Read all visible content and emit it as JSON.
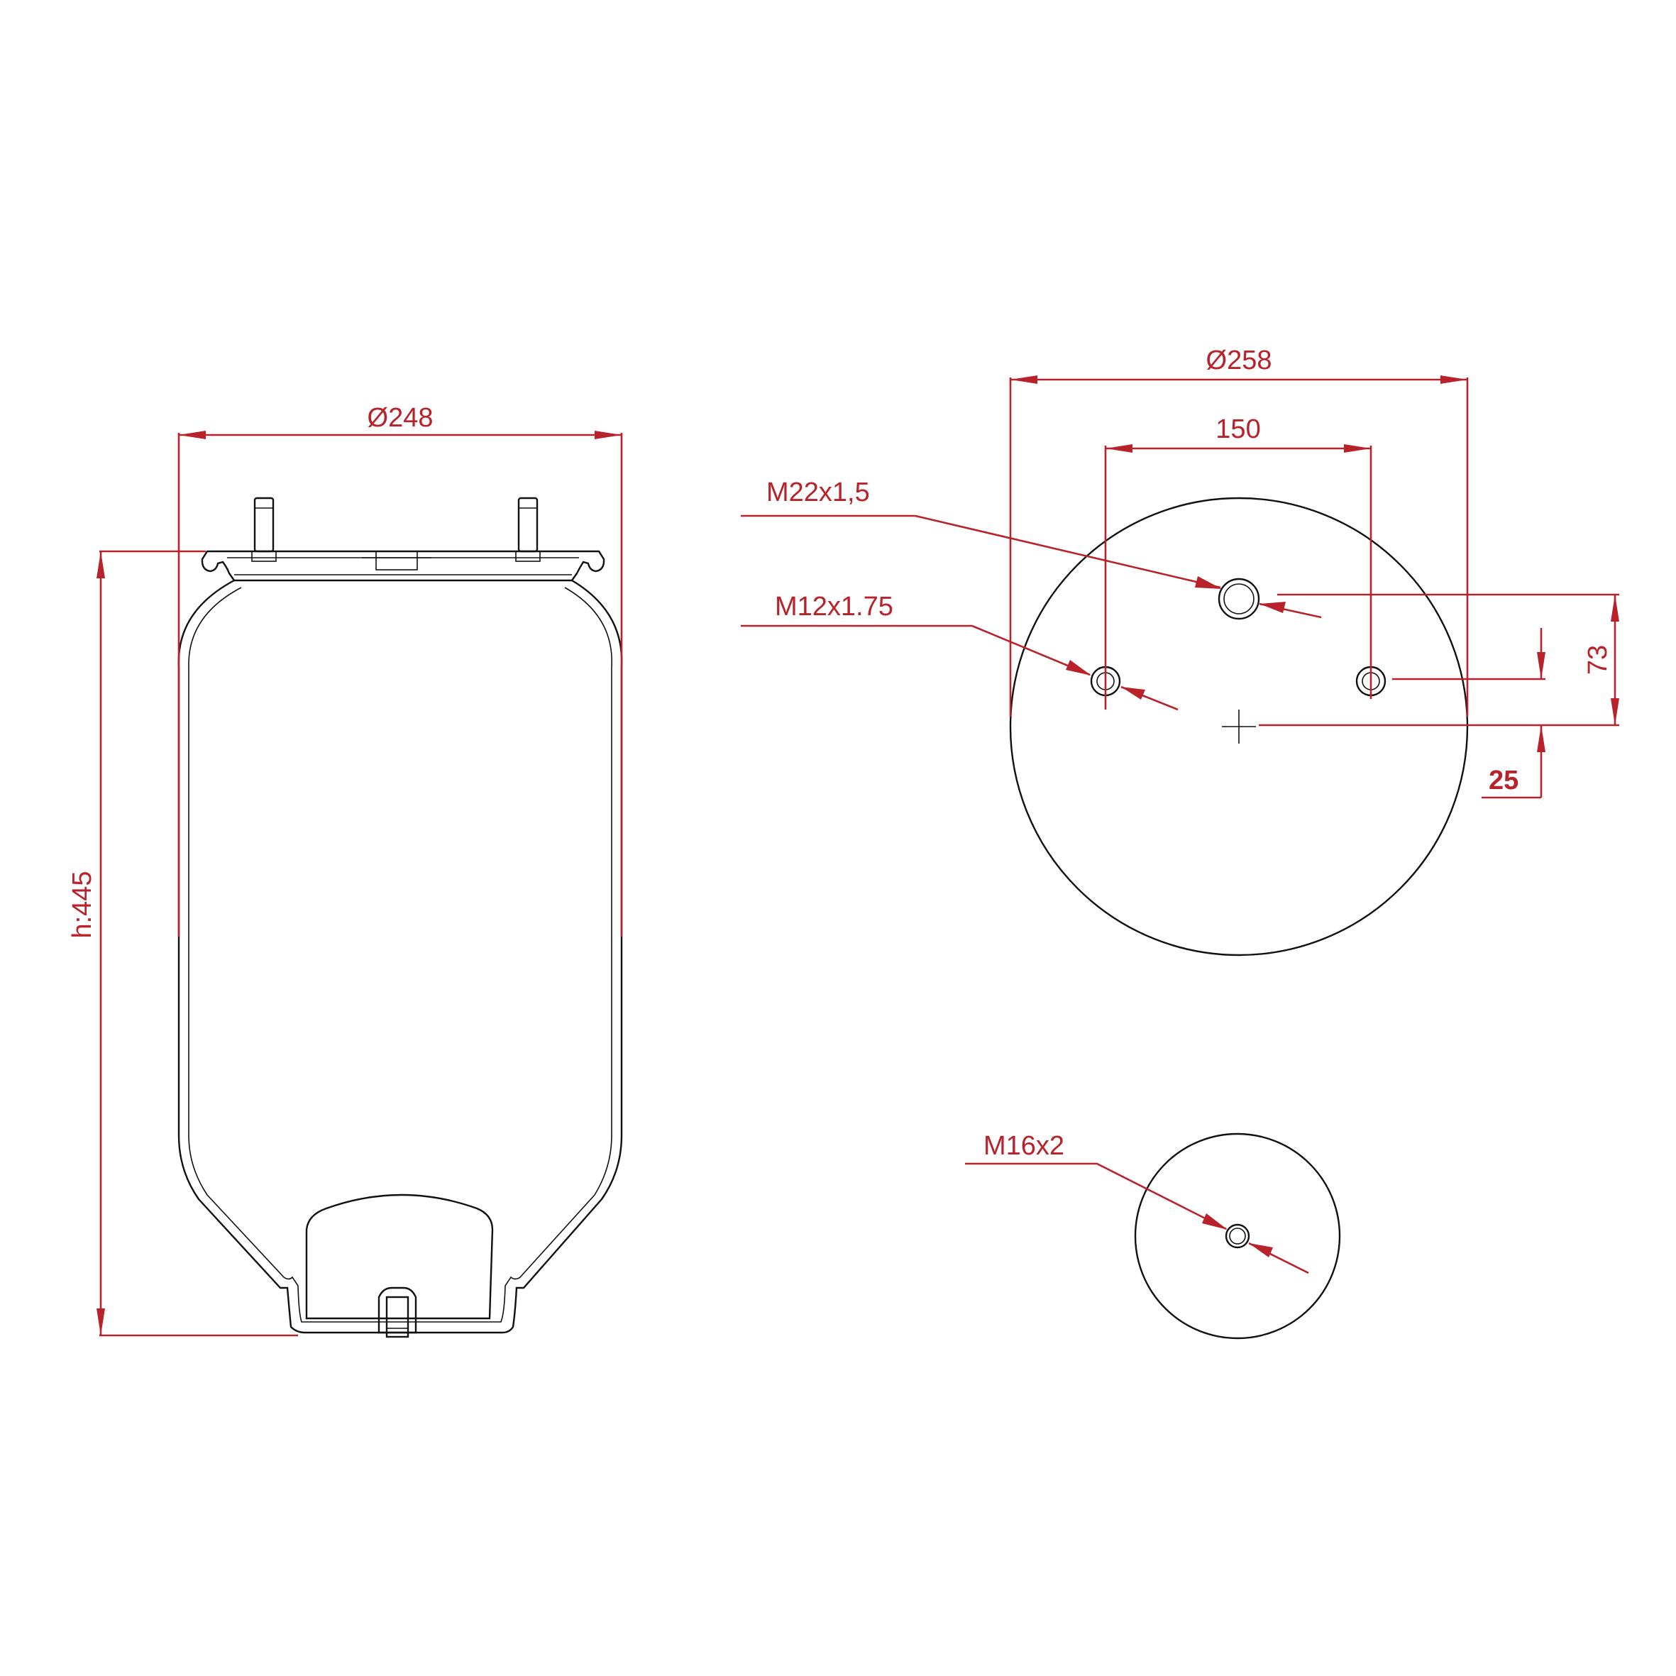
{
  "labels": {
    "diameter_side": "Ø248",
    "height_side": "h:445",
    "diameter_top": "Ø258",
    "bolt_spacing": "150",
    "port_thread": "M22x1,5",
    "stud_thread": "M12x1.75",
    "offset_port": "73",
    "offset_studs": "25",
    "bottom_thread": "M16x2"
  },
  "colors": {
    "dimension": "#b8222a",
    "part": "#111111",
    "background": "#ffffff"
  }
}
